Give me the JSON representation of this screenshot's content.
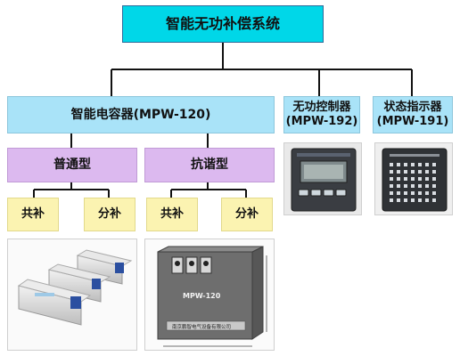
{
  "title": "智能无功补偿系统",
  "capacitor": {
    "label": "智能电容器(MPW-120)"
  },
  "controller": {
    "label_line1": "无功控制器",
    "label_line2": "(MPW-192)"
  },
  "indicator": {
    "label_line1": "状态指示器",
    "label_line2": "(MPW-191)"
  },
  "types": {
    "common": {
      "label": "普通型",
      "joint": "共补",
      "split": "分补"
    },
    "harmonic": {
      "label": "抗谐型",
      "joint": "共补",
      "split": "分补"
    }
  },
  "harmonic_device": {
    "model_plate": "MPW-120",
    "company_plate": "南京鹏智电气设备有限公司"
  },
  "colors": {
    "root": "#00d7e8",
    "level1": "#a9e3f8",
    "level2": "#dcb9ef",
    "level3": "#fbf3b1",
    "lines": "#111111"
  }
}
